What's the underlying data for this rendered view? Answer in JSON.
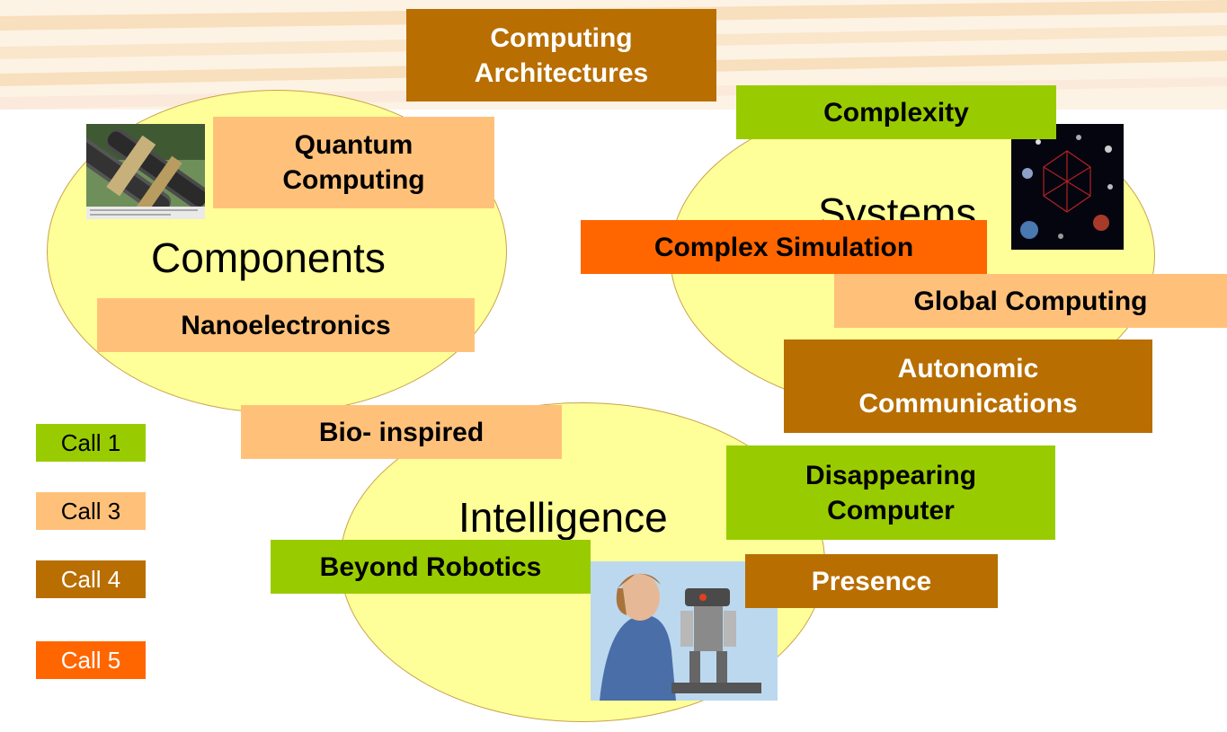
{
  "colors": {
    "call1": "#99cc00",
    "call3": "#ffc17a",
    "call4": "#b86e00",
    "call5": "#ff6600",
    "ellipse": "#ffff99"
  },
  "ellipses": {
    "components": "Components",
    "systems": "Systems",
    "intelligence": "Intelligence"
  },
  "boxes": {
    "computing_architectures": "Computing\nArchitectures",
    "complexity": "Complexity",
    "quantum_computing": "Quantum\nComputing",
    "complex_simulation": "Complex Simulation",
    "global_computing": "Global Computing",
    "nanoelectronics": "Nanoelectronics",
    "autonomic_communications": "Autonomic\nCommunications",
    "bio_inspired": "Bio- inspired",
    "disappearing_computer": "Disappearing\nComputer",
    "beyond_robotics": "Beyond Robotics",
    "presence": "Presence"
  },
  "legend": [
    "Call 1",
    "Call 3",
    "Call 4",
    "Call 5"
  ],
  "images": {
    "quantum": "quantum-device-photo",
    "systems": "network-space-image",
    "robot": "woman-with-robot-photo"
  }
}
